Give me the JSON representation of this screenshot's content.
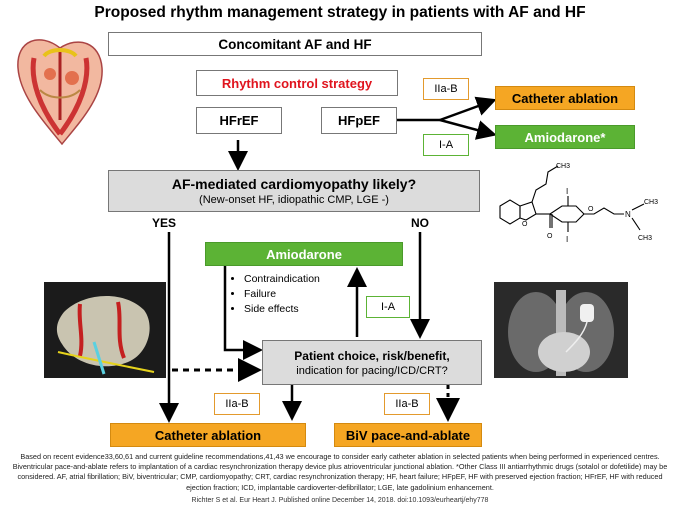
{
  "title": "Proposed rhythm management strategy in patients with AF and HF",
  "top_box": "Concomitant AF and HF",
  "rhythm_box": "Rhythm control strategy",
  "hfref": "HFrEF",
  "hfpef": "HFpEF",
  "level_iia_b_top": "IIa-B",
  "level_i_a_top": "I-A",
  "catheter_top": "Catheter ablation",
  "amiodarone_star": "Amiodarone*",
  "cardiomyopathy": {
    "title": "AF-mediated cardiomyopathy likely?",
    "subtitle": "(New-onset HF, idiopathic CMP, LGE -)"
  },
  "yes": "YES",
  "no": "NO",
  "amiodarone_mid": "Amiodarone",
  "reasons": [
    "Contraindication",
    "Failure",
    "Side effects"
  ],
  "level_i_a_mid": "I-A",
  "patient_choice": {
    "line1": "Patient choice, risk/benefit,",
    "line2": "indication for pacing/ICD/CRT?"
  },
  "level_iia_b_left": "IIa-B",
  "level_iia_b_right": "IIa-B",
  "catheter_bottom": "Catheter ablation",
  "biv": "BiV pace-and-ablate",
  "molecule_labels": {
    "ch3_top": "CH3",
    "i_top": "I",
    "i_bottom": "I",
    "o_ring": "O",
    "o_chain": "O",
    "o_carbonyl": "O",
    "n": "N",
    "ch3_right": "CH3",
    "ch3_bottom": "CH3"
  },
  "footnote": "Based on recent evidence33,60,61 and current guideline recommendations,41,43 we encourage to consider early catheter ablation in selected patients when being performed in experienced centres. Biventricular pace-and-ablate refers to implantation of a cardiac resynchronization therapy device plus atrioventricular junctional ablation. *Other Class III antiarrhythmic drugs (sotalol or dofetilide) may be considered. AF, atrial fibrillation; BiV, biventricular; CMP, cardiomyopathy; CRT, cardiac resynchronization therapy; HF, heart failure; HFpEF, HF with preserved ejection fraction; HFrEF, HF with reduced ejection fraction; ICD, implantable cardioverter-defibrillator; LGE, late gadolinium enhancement.",
  "citation": "Richter S et al. Eur Heart J. Published online  December 14, 2018. doi:10.1093/eurheartj/ehy778"
}
